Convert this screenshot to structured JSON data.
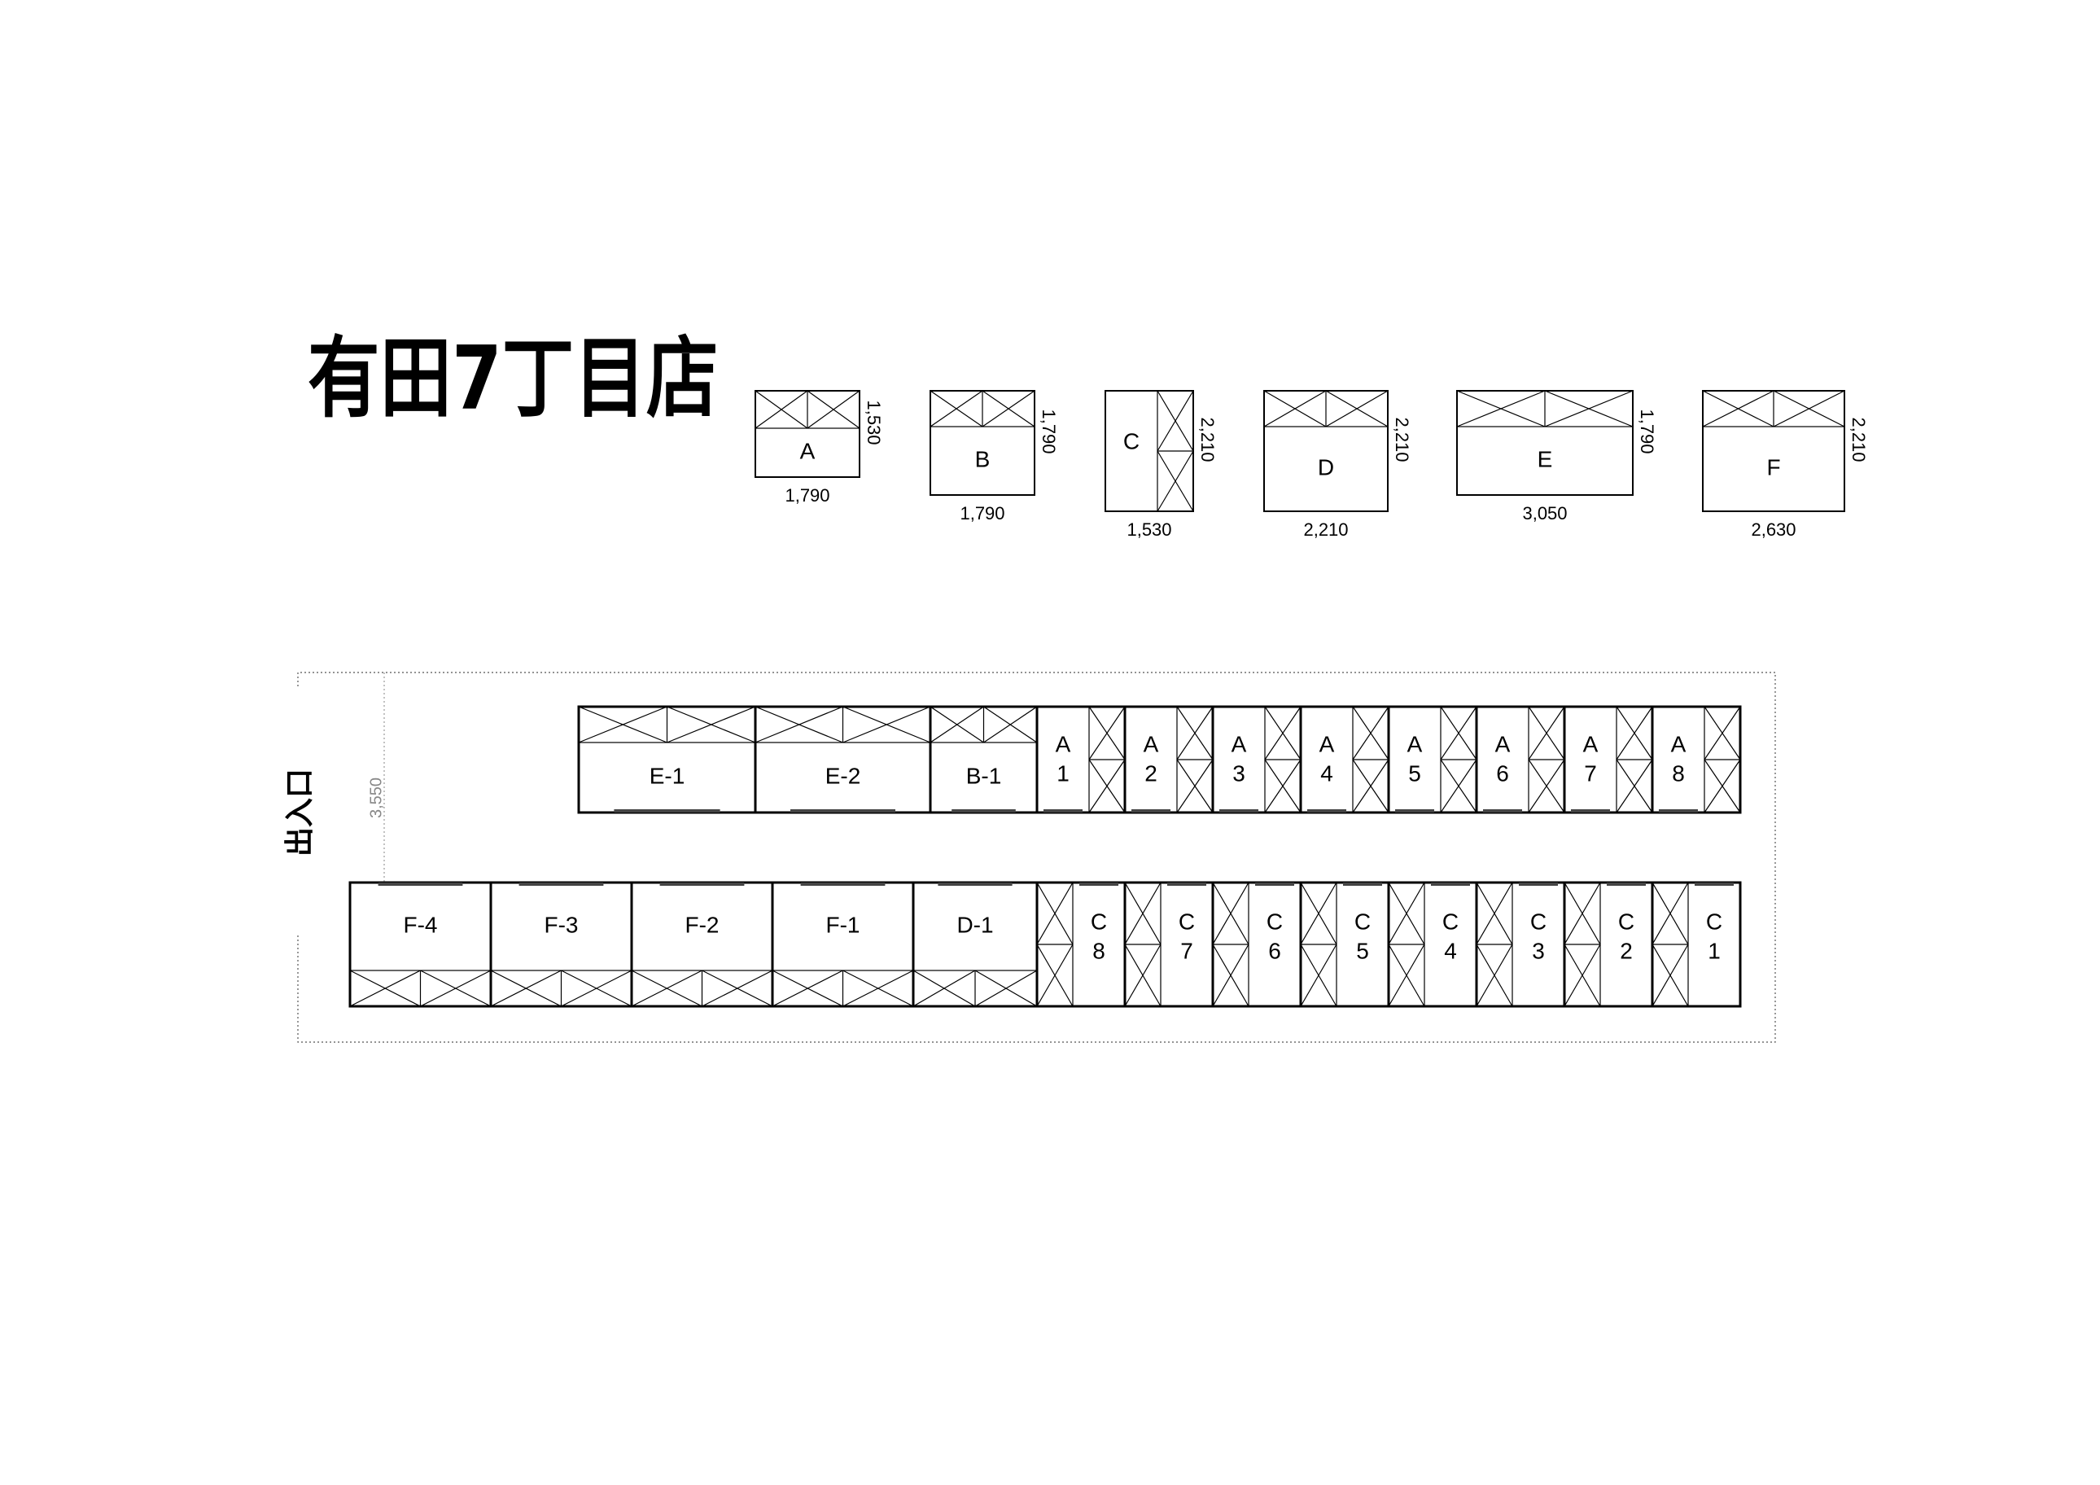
{
  "title": "有田7丁目店",
  "entrance_label": "出入口",
  "gap_dimension": "3,550",
  "legend": [
    {
      "label": "A",
      "width": "1,790",
      "depth": "1,530"
    },
    {
      "label": "B",
      "width": "1,790",
      "depth": "1,790"
    },
    {
      "label": "C",
      "width": "1,530",
      "depth": "2,210"
    },
    {
      "label": "D",
      "width": "2,210",
      "depth": "2,210"
    },
    {
      "label": "E",
      "width": "3,050",
      "depth": "1,790"
    },
    {
      "label": "F",
      "width": "2,630",
      "depth": "2,210"
    }
  ],
  "upper_row": {
    "wide_units": [
      "E-1",
      "E-2",
      "B-1"
    ],
    "small_units": [
      [
        "A",
        "1"
      ],
      [
        "A",
        "2"
      ],
      [
        "A",
        "3"
      ],
      [
        "A",
        "4"
      ],
      [
        "A",
        "5"
      ],
      [
        "A",
        "6"
      ],
      [
        "A",
        "7"
      ],
      [
        "A",
        "8"
      ]
    ]
  },
  "lower_row": {
    "wide_units": [
      "F-4",
      "F-3",
      "F-2",
      "F-1",
      "D-1"
    ],
    "small_units": [
      [
        "C",
        "8"
      ],
      [
        "C",
        "7"
      ],
      [
        "C",
        "6"
      ],
      [
        "C",
        "5"
      ],
      [
        "C",
        "4"
      ],
      [
        "C",
        "3"
      ],
      [
        "C",
        "2"
      ],
      [
        "C",
        "1"
      ]
    ]
  }
}
